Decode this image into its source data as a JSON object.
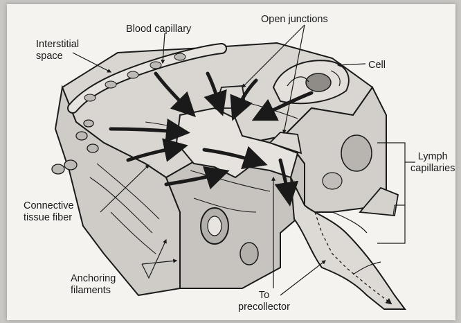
{
  "labels": {
    "blood_capillary": "Blood capillary",
    "open_junctions": "Open junctions",
    "interstitial_line1": "Interstitial",
    "interstitial_line2": "space",
    "cell": "Cell",
    "lymph_line1": "Lymph",
    "lymph_line2": "capillaries",
    "connective_line1": "Connective",
    "connective_line2": "tissue fiber",
    "anchoring_line1": "Anchoring",
    "anchoring_line2": "filaments",
    "to_line1": "To",
    "to_line2": "precollector"
  },
  "colors": {
    "ink": "#1a1a1a",
    "tissue": "#d9d6d1",
    "shade": "#a9a6a2",
    "paper": "#f4f3f0"
  }
}
